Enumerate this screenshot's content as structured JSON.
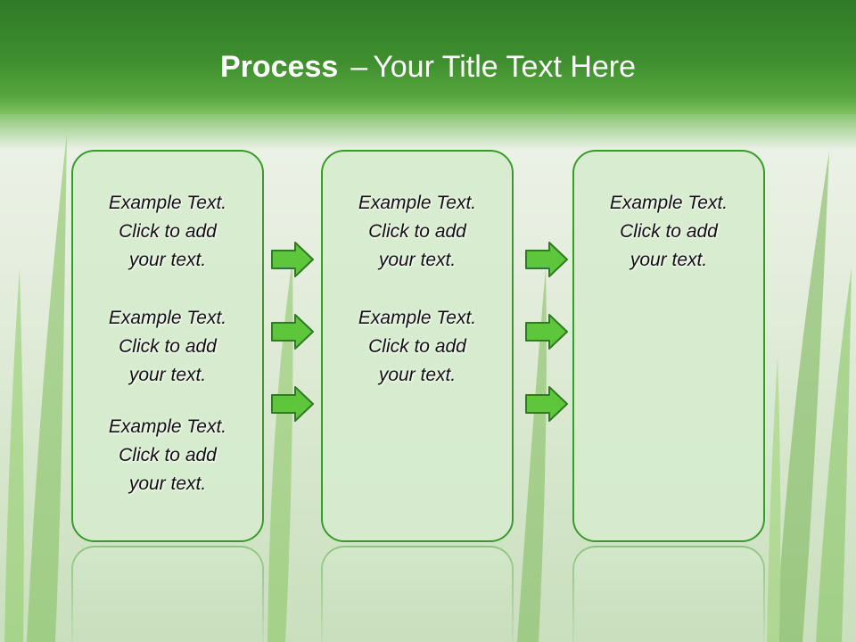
{
  "slide": {
    "title_bold": "Process",
    "title_separator": "–",
    "title_rest": "Your Title Text Here"
  },
  "columns": [
    {
      "blocks": [
        {
          "line1": "Example Text.",
          "line2": "Click  to add",
          "line3": "your text."
        },
        {
          "line1": "Example Text.",
          "line2": "Click  to add",
          "line3": "your text."
        },
        {
          "line1": "Example Text.",
          "line2": "Click  to add",
          "line3": "your text."
        }
      ]
    },
    {
      "blocks": [
        {
          "line1": "Example Text.",
          "line2": "Click  to add",
          "line3": "your text."
        },
        {
          "line1": "Example Text.",
          "line2": "Click  to add",
          "line3": "your text."
        }
      ]
    },
    {
      "blocks": [
        {
          "line1": "Example Text.",
          "line2": "Click  to add",
          "line3": "your text."
        }
      ]
    }
  ],
  "colors": {
    "header_green": "#3f8f2f",
    "box_border": "#3a9b2c",
    "box_fill": "#d6ecce",
    "arrow_fill": "#5dc63a",
    "arrow_stroke": "#2f7a22"
  },
  "icons": {
    "arrow": "right-arrow-icon"
  }
}
